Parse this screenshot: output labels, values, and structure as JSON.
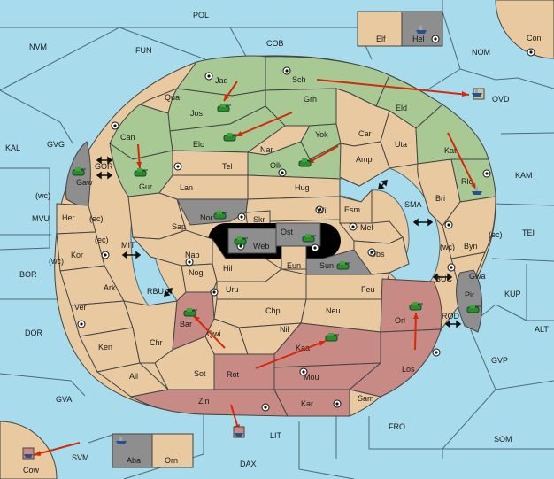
{
  "colors": {
    "sea": "#a8dcec",
    "neutral": "#e8c9a0",
    "green_power": "#a9c994",
    "red_power": "#c88a84",
    "impassable": "#8e8e8e",
    "order_arrow": "#d42a0a",
    "army_green": "#2f8a2a"
  },
  "sea_labels": {
    "POL": "POL",
    "NVM": "NVM",
    "FUN": "FUN",
    "COB": "COB",
    "NOM": "NOM",
    "Con": "Con",
    "OVD": "OVD",
    "KAL": "KAL",
    "GVG": "GVG",
    "GOR": "GOR",
    "KAM": "KAM",
    "MVU": "MVU",
    "TEI": "TEI",
    "BOR": "BOR",
    "MIT": "MIT",
    "SMA": "SMA",
    "RBU": "RBU",
    "BUC": "BUC",
    "KUP": "KUP",
    "ROD": "ROD",
    "ALT": "ALT",
    "DOR": "DOR",
    "GVP": "GVP",
    "GVA": "GVA",
    "FRO": "FRO",
    "LIT": "LIT",
    "SOM": "SOM",
    "SVM": "SVM",
    "DAX": "DAX",
    "Cow": "Cow"
  },
  "provinces": {
    "Elf": "Elf",
    "Hel": "Hel",
    "Jad": "Jad",
    "Qua": "Qua",
    "Sch": "Sch",
    "Jos": "Jos",
    "Grh": "Grh",
    "Eld": "Eld",
    "Can": "Can",
    "Elc": "Elc",
    "Nar": "Nar",
    "Yok": "Yok",
    "Car": "Car",
    "Uta": "Uta",
    "Gur": "Gur",
    "Tel": "Tel",
    "Olk": "Olk",
    "Amp": "Amp",
    "Kat": "Kat",
    "Gaw": "Gaw",
    "Lan": "Lan",
    "Hug": "Hug",
    "Rle": "Rle",
    "Bri": "Bri",
    "Nor": "Nor",
    "Skr": "Skr",
    "Wil": "Wil",
    "Esm": "Esm",
    "Her": "Her",
    "Sap": "Sap",
    "Ost": "Ost",
    "Web": "Web",
    "Mel": "Mel",
    "Byn": "Byn",
    "Kor": "Kor",
    "Nab": "Nab",
    "Eun": "Eun",
    "Sun": "Sun",
    "Obs": "Obs",
    "Gwa": "Gwa",
    "Hil": "Hil",
    "Nog": "Nog",
    "Ark": "Ark",
    "Uru": "Uru",
    "Feu": "Feu",
    "Pir": "Pir",
    "Ver": "Ver",
    "Bar": "Bar",
    "Chp": "Chp",
    "Neu": "Neu",
    "Orl": "Orl",
    "Qwi": "Qwi",
    "Nil": "Nil",
    "Ken": "Ken",
    "Chr": "Chr",
    "Kaa": "Kaa",
    "Rot": "Rot",
    "Los": "Los",
    "Ail": "Ail",
    "Sot": "Sot",
    "Mou": "Mou",
    "Zin": "Zin",
    "Kar": "Kar",
    "Sam": "Sam",
    "Aba": "Aba",
    "Orn": "Orn"
  },
  "coast_tags": {
    "wc": "(wc)",
    "ec": "(ec)"
  },
  "units": [
    {
      "type": "army",
      "power": "green",
      "at": "Jos"
    },
    {
      "type": "army",
      "power": "green",
      "at": "Elc"
    },
    {
      "type": "army",
      "power": "green",
      "at": "Gur"
    },
    {
      "type": "army",
      "power": "green",
      "at": "Olk"
    },
    {
      "type": "army",
      "power": "green",
      "at": "Gaw"
    },
    {
      "type": "army",
      "power": "green",
      "at": "Nor"
    },
    {
      "type": "army",
      "power": "green",
      "at": "Web"
    },
    {
      "type": "army",
      "power": "green",
      "at": "Ost"
    },
    {
      "type": "army",
      "power": "green",
      "at": "Sun"
    },
    {
      "type": "army",
      "power": "green",
      "at": "Orl"
    },
    {
      "type": "army",
      "power": "green",
      "at": "Kaa"
    },
    {
      "type": "army",
      "power": "green",
      "at": "Bar"
    },
    {
      "type": "army",
      "power": "green",
      "at": "Pir"
    },
    {
      "type": "fleet",
      "power": "grey",
      "at": "Hel"
    },
    {
      "type": "fleet",
      "power": "grey",
      "at": "Rle"
    },
    {
      "type": "fleet",
      "power": "grey",
      "at": "OVD"
    },
    {
      "type": "fleet",
      "power": "grey",
      "at": "Aba"
    },
    {
      "type": "fleet",
      "power": "red",
      "at": "LIT"
    },
    {
      "type": "fleet",
      "power": "red",
      "at": "Cow"
    }
  ]
}
